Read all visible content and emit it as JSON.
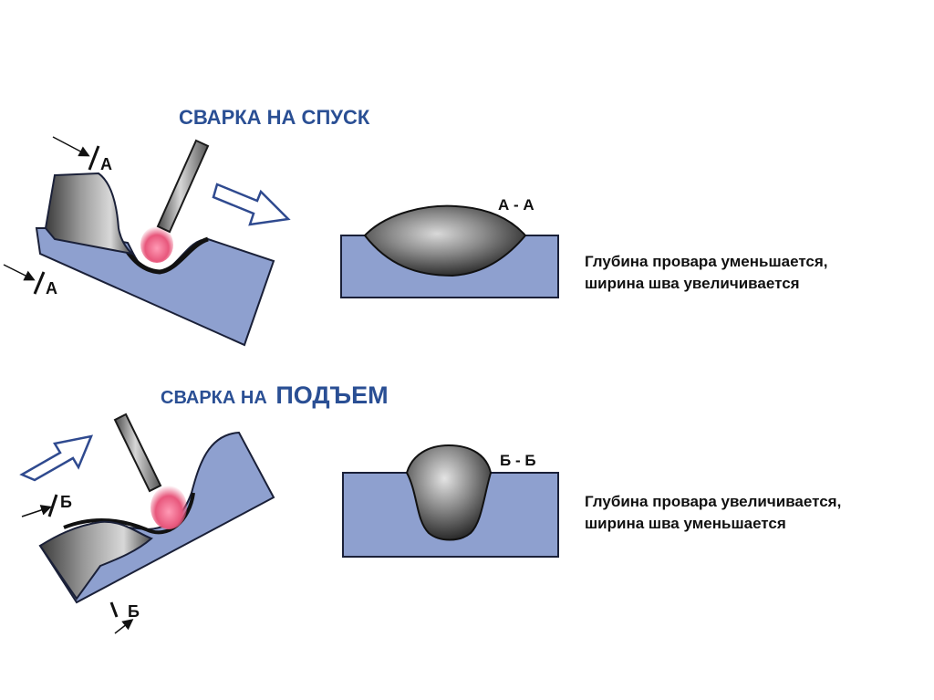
{
  "titles": {
    "downhill": "СВАРКА  НА  СПУСК",
    "uphill_prefix": "СВАРКА  НА ",
    "uphill_emph": "ПОДЪЕМ"
  },
  "section_labels": {
    "downhill": "А - А",
    "uphill": "Б - Б"
  },
  "cut_markers": {
    "a_top": "А",
    "a_bottom": "А",
    "b_top": "Б",
    "b_bottom": "Б"
  },
  "captions": {
    "downhill": [
      "Глубина провара уменьшается,",
      "ширина шва увеличивается"
    ],
    "uphill": [
      "Глубина провара увеличивается,",
      "ширина шва уменьшается"
    ]
  },
  "colors": {
    "plate_fill": "#8ea0cf",
    "outline": "#1a2038",
    "title_blue": "#2a4f94",
    "arc_pink": "#e8577c",
    "arrow_outline": "#2f4a8f"
  }
}
